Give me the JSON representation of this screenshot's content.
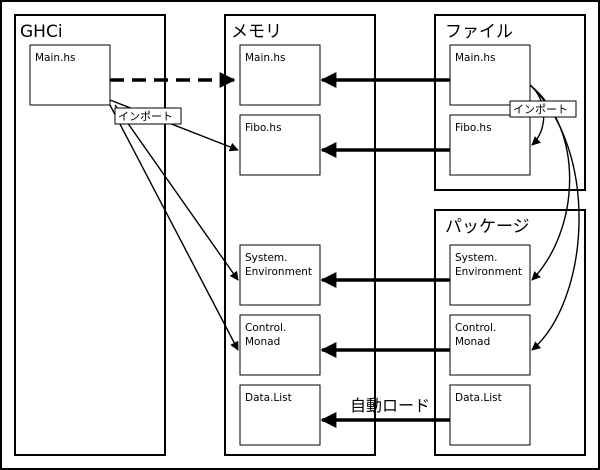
{
  "panels": {
    "ghci": "GHCi",
    "memory": "メモリ",
    "file": "ファイル",
    "package": "パッケージ"
  },
  "modules": {
    "ghci_main": "Main.hs",
    "mem_main": "Main.hs",
    "mem_fibo": "Fibo.hs",
    "mem_sysenv": [
      "System.",
      "Environment"
    ],
    "mem_ctrl": [
      "Control.",
      "Monad"
    ],
    "mem_datalist": "Data.List",
    "file_main": "Main.hs",
    "file_fibo": "Fibo.hs",
    "pkg_sysenv": [
      "System.",
      "Environment"
    ],
    "pkg_ctrl": [
      "Control.",
      "Monad"
    ],
    "pkg_datalist": "Data.List"
  },
  "labels": {
    "import_left": "インポート",
    "import_right": "インポート",
    "autoload": "自動ロード"
  }
}
